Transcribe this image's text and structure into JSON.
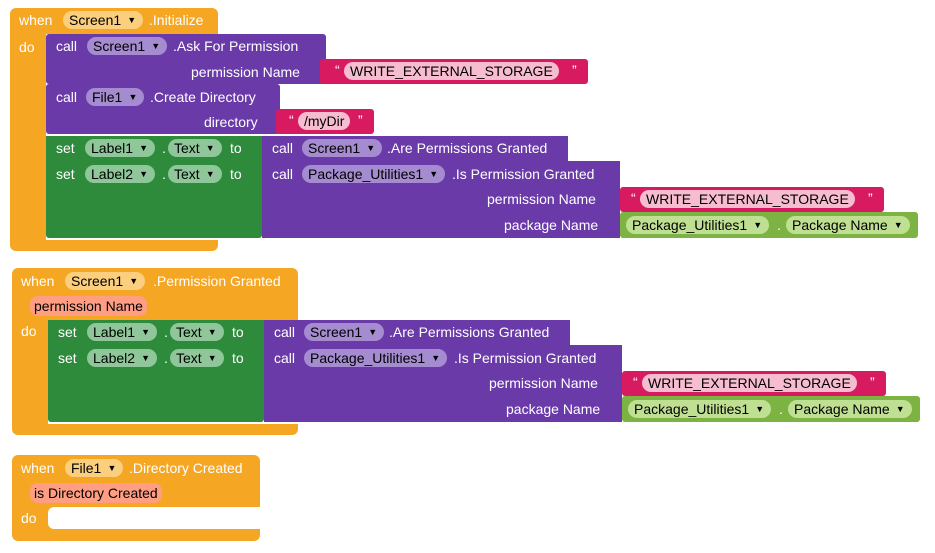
{
  "kw": {
    "when": "when",
    "do": "do",
    "call": "call",
    "set": "set",
    "to": "to",
    "dot": "."
  },
  "block1": {
    "component": "Screen1",
    "event": ".Initialize",
    "ask": {
      "component": "Screen1",
      "method": ".Ask For Permission",
      "param": "permission Name",
      "value": "WRITE_EXTERNAL_STORAGE"
    },
    "mkdir": {
      "component": "File1",
      "method": ".Create Directory",
      "param": "directory",
      "value": "/myDir"
    },
    "set1": {
      "component": "Label1",
      "prop": "Text",
      "call_component": "Screen1",
      "call_method": ".Are Permissions Granted"
    },
    "set2": {
      "component": "Label2",
      "prop": "Text",
      "call_component": "Package_Utilities1",
      "call_method": ".Is Permission Granted",
      "param1": "permission Name",
      "value1": "WRITE_EXTERNAL_STORAGE",
      "param2": "package Name",
      "pkg_component": "Package_Utilities1",
      "pkg_prop": "Package Name"
    }
  },
  "block2": {
    "component": "Screen1",
    "event": ".Permission Granted",
    "param": "permission Name",
    "set1": {
      "component": "Label1",
      "prop": "Text",
      "call_component": "Screen1",
      "call_method": ".Are Permissions Granted"
    },
    "set2": {
      "component": "Label2",
      "prop": "Text",
      "call_component": "Package_Utilities1",
      "call_method": ".Is Permission Granted",
      "param1": "permission Name",
      "value1": "WRITE_EXTERNAL_STORAGE",
      "param2": "package Name",
      "pkg_component": "Package_Utilities1",
      "pkg_prop": "Package Name"
    }
  },
  "block3": {
    "component": "File1",
    "event": ".Directory Created",
    "param": "is Directory Created"
  },
  "colors": {
    "event": "#f5a623",
    "call": "#6a3aa8",
    "set": "#2e8b3c",
    "string": "#d81b60",
    "component_getter": "#7cb342"
  }
}
